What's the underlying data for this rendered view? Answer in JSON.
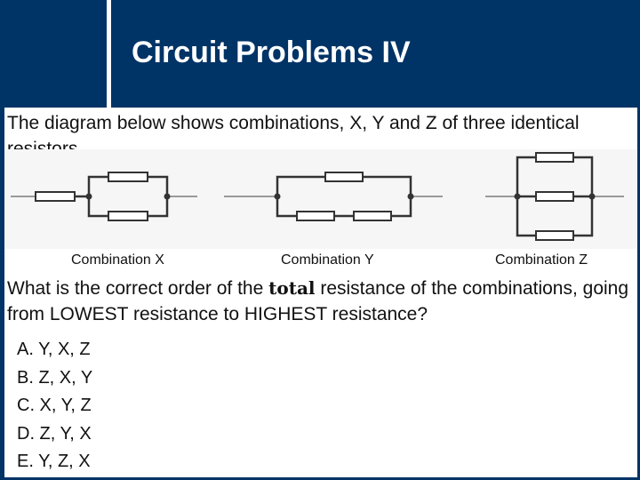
{
  "slide": {
    "title": "Circuit Problems IV",
    "intro": "The diagram below shows combinations, X, Y and Z of three identical resistors.",
    "captions": [
      "Combination X",
      "Combination Y",
      "Combination Z"
    ],
    "question": {
      "before": "What is the correct order of the ",
      "emphasis": "total",
      "after": " resistance of the combinations, going from LOWEST resistance to HIGHEST resistance?"
    },
    "options": [
      "A. Y, X, Z",
      "B. Z, X, Y",
      "C. X, Y, Z",
      "D. Z, Y, X",
      "E. Y, Z, X"
    ]
  },
  "colors": {
    "header": "#003366",
    "text": "#111111",
    "wire": "#333333"
  }
}
